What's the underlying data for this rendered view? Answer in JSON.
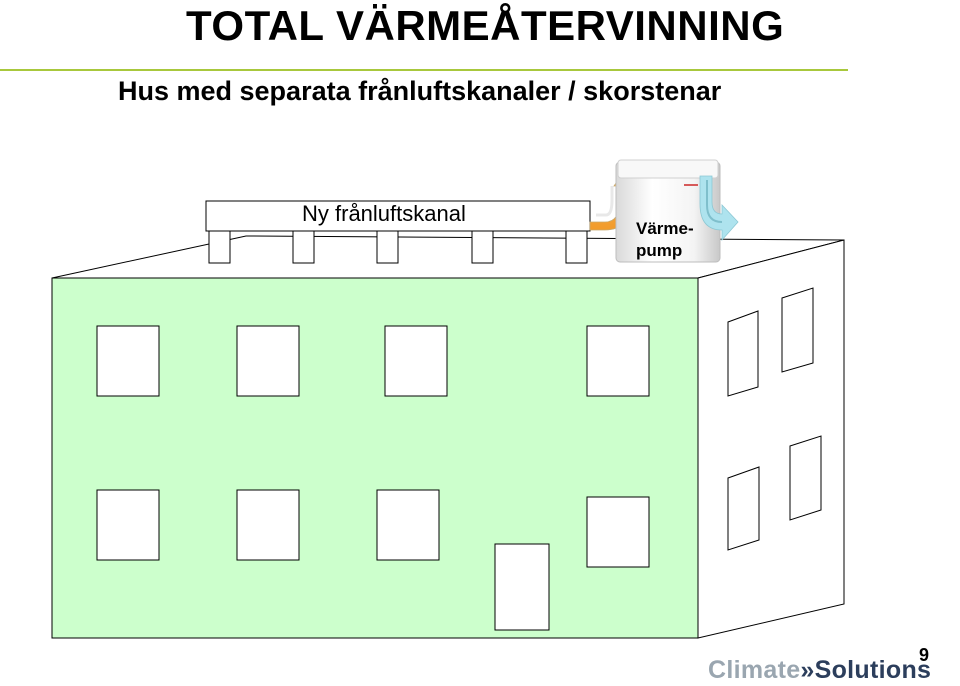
{
  "header": {
    "title": "TOTAL VÄRMEÅTERVINNING",
    "subtitle": "Hus med separata frånluftskanaler / skorstenar"
  },
  "diagram": {
    "duct_label": "Ny frånluftskanal",
    "pump_label_line1": "Värme-",
    "pump_label_line2": "pump",
    "colors": {
      "building_front": "#ccffcc",
      "outline": "#000000",
      "warm_air": "#f7941d",
      "cool_air": "#aee3ee",
      "accent_rule": "#a8c83c"
    }
  },
  "footer": {
    "page_number": "9",
    "logo_part1": "Climate",
    "logo_sep": "»",
    "logo_part2": "Solutions"
  }
}
